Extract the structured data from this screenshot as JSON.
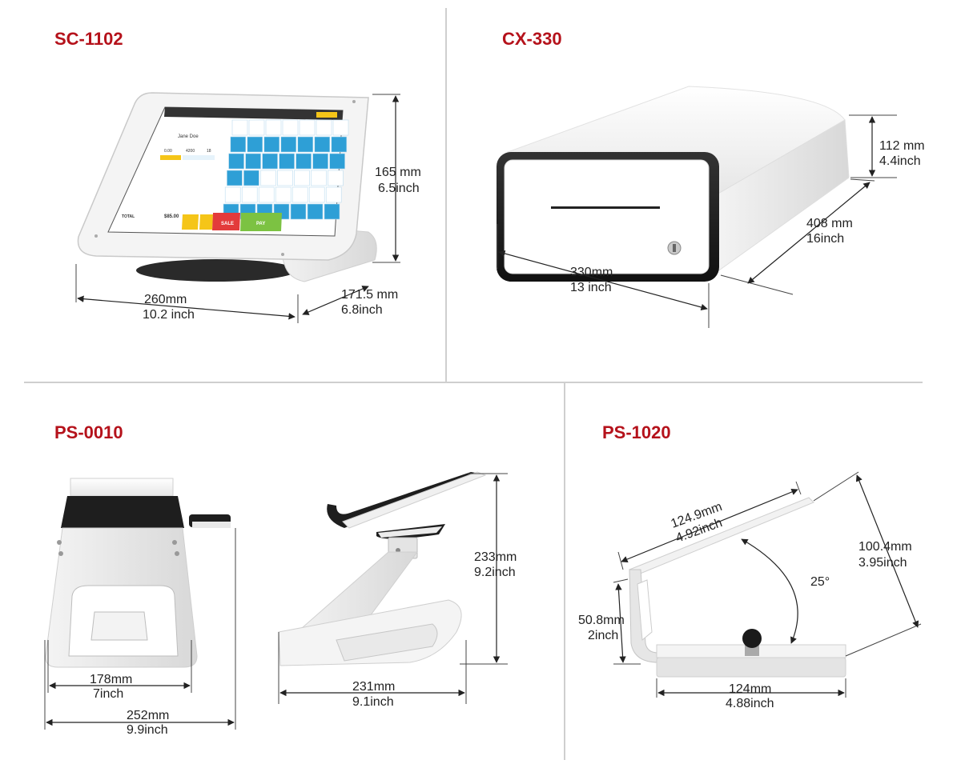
{
  "colors": {
    "title": "#b5121b",
    "text": "#222222",
    "divider": "#cfcfcf",
    "sale": "#e33b3b",
    "pay": "#7cc242",
    "tile": "#2e9fd6"
  },
  "products": {
    "sc1102": {
      "title": "SC-1102",
      "height": {
        "mm": "165 mm",
        "inch": "6.5inch"
      },
      "width": {
        "mm": "260mm",
        "inch": "10.2 inch"
      },
      "depth": {
        "mm": "171.5 mm",
        "inch": "6.8inch"
      }
    },
    "cx330": {
      "title": "CX-330",
      "height": {
        "mm": "112 mm",
        "inch": "4.4inch"
      },
      "depth": {
        "mm": "408 mm",
        "inch": "16inch"
      },
      "width": {
        "mm": "330mm",
        "inch": "13 inch"
      }
    },
    "ps0010": {
      "title": "PS-0010",
      "inner_width": {
        "mm": "178mm",
        "inch": "7inch"
      },
      "outer_width": {
        "mm": "252mm",
        "inch": "9.9inch"
      },
      "depth": {
        "mm": "231mm",
        "inch": "9.1inch"
      },
      "height": {
        "mm": "233mm",
        "inch": "9.2inch"
      }
    },
    "ps1020": {
      "title": "PS-1020",
      "plate_length": {
        "mm": "124.9mm",
        "inch": "4.92inch"
      },
      "height": {
        "mm": "100.4mm",
        "inch": "3.95inch"
      },
      "rear_height": {
        "mm": "50.8mm",
        "inch": "2inch"
      },
      "base_length": {
        "mm": "124mm",
        "inch": "4.88inch"
      },
      "angle": "25°"
    }
  },
  "screen": {
    "customer_name": "Jane Doe",
    "totals": [
      "0.00",
      "4200",
      "18"
    ],
    "total_label": "TOTAL",
    "total_value": "$85.00",
    "sale_label": "SALE",
    "pay_label": "PAY"
  }
}
